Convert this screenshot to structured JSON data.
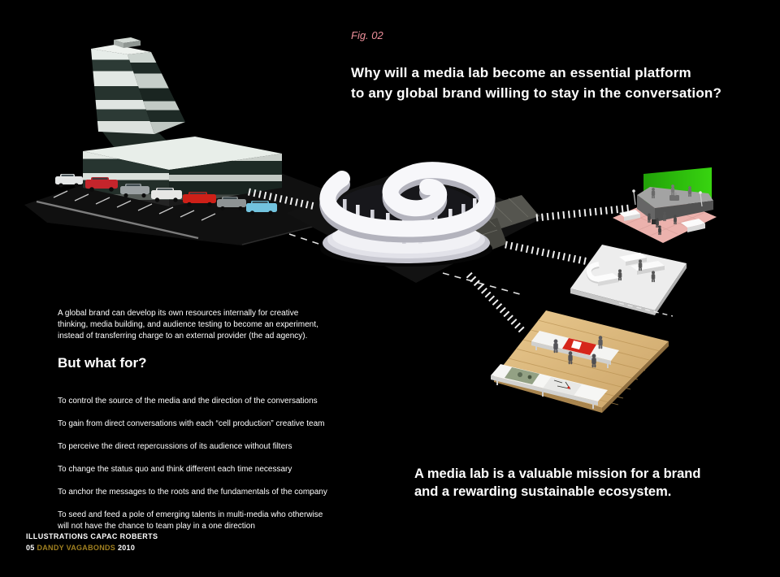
{
  "figure": {
    "label": "Fig. 02",
    "label_color": "#ec8f9a"
  },
  "headline": {
    "text": "Why will a media lab become an essential platform\nto any global brand willing to stay in the conversation?"
  },
  "left_panel": {
    "intro": "A global brand can develop its own resources internally for creative\nthinking, media building, and audience testing to become an experiment,\ninstead of transferring charge to an external provider (the ad agency).",
    "subheading": "But what for?",
    "reasons": [
      "To control the source of the media and the direction of the conversations",
      "To gain from direct conversations with each “cell production” creative team",
      "To perceive the direct repercussions of its audience without filters",
      "To change the status quo and think different each time necessary",
      "To anchor the messages to the roots and the fundamentals of the company",
      "To seed and feed a pole of emerging talents in multi-media who otherwise\nwill not have the chance to team play in a one direction"
    ]
  },
  "conclusion": {
    "text": "A media lab is a valuable mission for a brand\nand a rewarding sustainable ecosystem."
  },
  "footer": {
    "credits": "ILLUSTRATIONS CAPAC ROBERTS",
    "number": "05",
    "brand": "DANDY VAGABONDS",
    "year": "2010",
    "brand_color": "#a08020"
  },
  "illustrations": {
    "office_building": "corporate brand headquarters tower with parking lot",
    "media_lab": "white spiral media-lab pavilion on a public plaza",
    "stage": "green-screen performance stage on pink floor",
    "studio": "white studio platform with workstations",
    "workshop": "wooden workshop platform with layout tables"
  },
  "colors": {
    "background": "#000000",
    "accent_pink": "#ec8f9a",
    "footer_gold": "#a08020",
    "green_screen": "#2fc10c",
    "stage_floor_pink": "#ecb2ad",
    "wood": "#dcb97c"
  }
}
